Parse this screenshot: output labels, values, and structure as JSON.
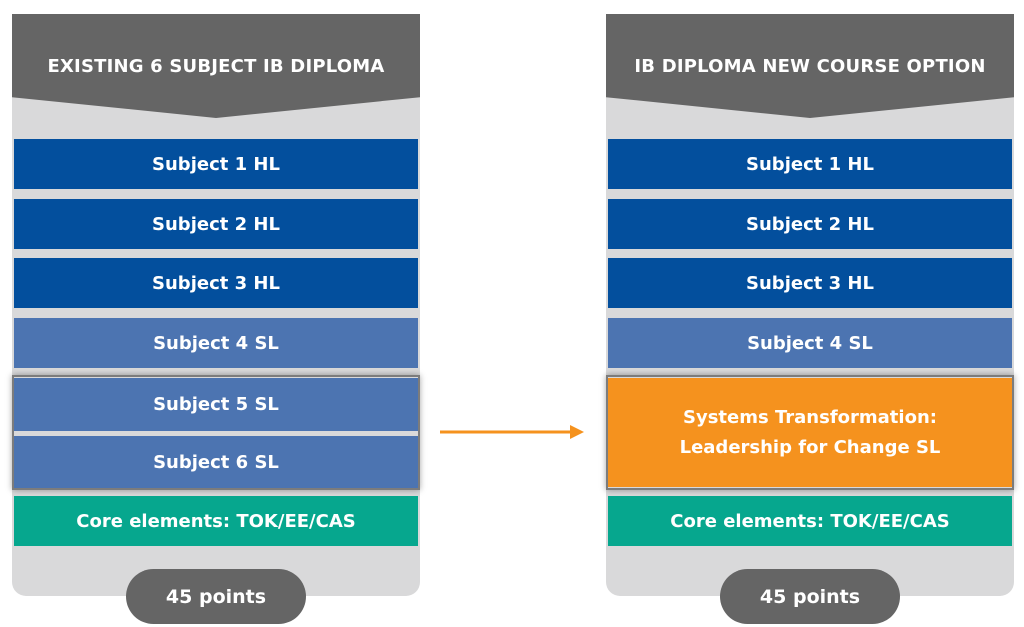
{
  "left": {
    "title": "EXISTING 6 SUBJECT IB DIPLOMA",
    "subjects": [
      "Subject 1 HL",
      "Subject 2 HL",
      "Subject 3 HL",
      "Subject 4 SL",
      "Subject 5 SL",
      "Subject 6 SL"
    ],
    "core": "Core elements: TOK/EE/CAS",
    "points": "45 points"
  },
  "right": {
    "title": "IB DIPLOMA NEW COURSE OPTION",
    "subjects": [
      "Subject 1 HL",
      "Subject 2 HL",
      "Subject 3 HL",
      "Subject 4 SL"
    ],
    "new_course_line1": "Systems Transformation:",
    "new_course_line2": "Leadership for Change SL",
    "core": "Core elements: TOK/EE/CAS",
    "points": "45 points"
  },
  "colors": {
    "hl_block": "#034f9d",
    "sl_block": "#4c74b1",
    "core_block": "#06a78e",
    "new_course_block": "#f5921e",
    "header": "#656565",
    "panel": "#d9d9da",
    "arrow": "#f5921e"
  }
}
